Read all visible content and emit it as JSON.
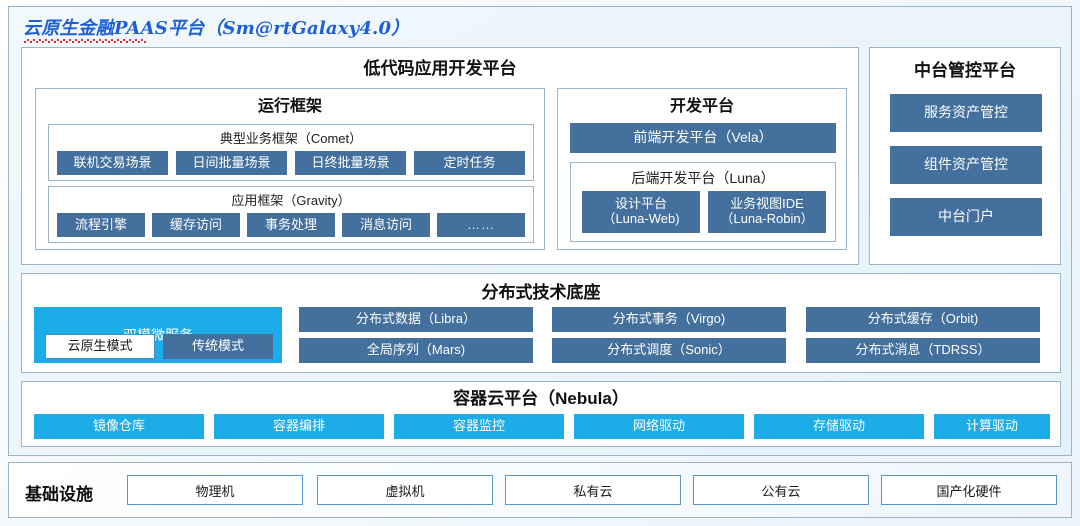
{
  "title": "云原生金融PAAS平台（Sm@rtGalaxy4.0）",
  "colors": {
    "dark_blue": "#44709e",
    "cyan": "#1cade9",
    "title_blue": "#1f5fd6",
    "panel_border": "#9db5c9",
    "canvas_bg": "#eaf4fb"
  },
  "lowcode": {
    "title": "低代码应用开发平台",
    "runtime": {
      "title": "运行框架",
      "groups": [
        {
          "title": "典型业务框架（Comet）",
          "items": [
            "联机交易场景",
            "日间批量场景",
            "日终批量场景",
            "定时任务"
          ]
        },
        {
          "title": "应用框架（Gravity）",
          "items": [
            "流程引擎",
            "缓存访问",
            "事务处理",
            "消息访问",
            "……"
          ]
        }
      ]
    },
    "devplatform": {
      "title": "开发平台",
      "frontend": "前端开发平台（Vela）",
      "backend": {
        "title": "后端开发平台（Luna）",
        "items": [
          "设计平台\n（Luna-Web)",
          "业务视图IDE\n（Luna-Robin）"
        ]
      }
    }
  },
  "midplatform": {
    "title": "中台管控平台",
    "items": [
      "服务资产管控",
      "组件资产管控",
      "中台门户"
    ]
  },
  "distributed": {
    "title": "分布式技术底座",
    "dualmode": {
      "title": "双模微服务",
      "items": [
        "云原生模式",
        "传统模式"
      ]
    },
    "columns": [
      [
        "分布式数据（Libra）",
        "全局序列（Mars)"
      ],
      [
        "分布式事务（Virgo)",
        "分布式调度（Sonic）"
      ],
      [
        "分布式缓存（Orbit)",
        "分布式消息（TDRSS）"
      ]
    ]
  },
  "container": {
    "title": "容器云平台（Nebula）",
    "items": [
      "镜像仓库",
      "容器编排",
      "容器监控",
      "网络驱动",
      "存储驱动",
      "计算驱动"
    ]
  },
  "infrastructure": {
    "label": "基础设施",
    "items": [
      "物理机",
      "虚拟机",
      "私有云",
      "公有云",
      "国产化硬件"
    ]
  }
}
